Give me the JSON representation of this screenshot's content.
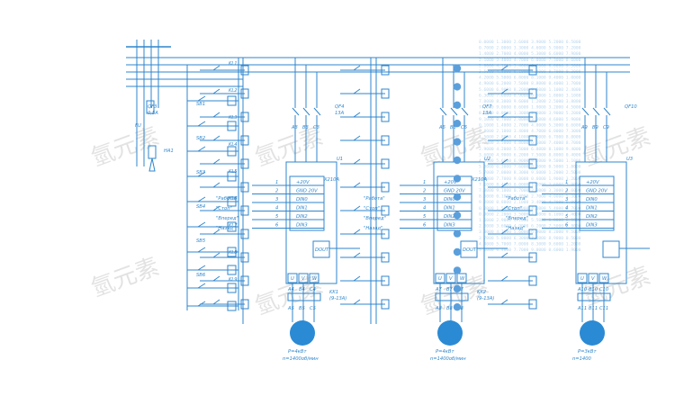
{
  "colors": {
    "line": "#2f86cc",
    "motor": "#2b8ad4",
    "dot": "#5a9fdc",
    "watermark": "#d7d7d7",
    "background": "#ffffff"
  },
  "watermark": "氫元素",
  "left_panel": {
    "breaker_label": "QF3",
    "breaker_current": "0,5A",
    "fuse_label": "FU",
    "switch_label": "HA1",
    "relay_labels": [
      "SB1",
      "SB2",
      "SB3",
      "SB4",
      "SB5",
      "SB6"
    ],
    "coil_labels": [
      "KL1",
      "KL2",
      "KL3",
      "KL4",
      "KL5",
      "KL6",
      "KL7",
      "KL8",
      "KL9"
    ]
  },
  "drives": [
    {
      "breaker_label": "QF4",
      "breaker_current": "13A",
      "contacts_top": [
        "A3",
        "B3",
        "C3"
      ],
      "vfd_label": "U1",
      "vfd_type": "X210A",
      "pin_numbers": [
        "1",
        "2",
        "3",
        "4",
        "5",
        "6"
      ],
      "terminals": [
        "+20V",
        "GND 20V",
        "DIN0",
        "DIN1",
        "DIN2",
        "DIN3"
      ],
      "out_label": "DOUT",
      "uvw": [
        "U",
        "V",
        "W"
      ],
      "contacts_bottom": [
        "A4",
        "B4",
        "C4"
      ],
      "contacts_motor": [
        "A5",
        "B5",
        "C5"
      ],
      "contactor": "KK1",
      "contactor_rating": "(9-13A)",
      "power": "P=4кВт",
      "speed": "n=1400об/мин",
      "commands": [
        "\"Работа\"",
        "\"Стоп\"",
        "\"Вперед\"",
        "\"Назад\""
      ],
      "show_dots": false
    },
    {
      "breaker_label": "QF7",
      "breaker_current": "13A",
      "contacts_top": [
        "A6",
        "B6",
        "C6"
      ],
      "vfd_label": "U2",
      "vfd_type": "X210A",
      "pin_numbers": [
        "1",
        "2",
        "3",
        "4",
        "5",
        "6"
      ],
      "terminals": [
        "+20V",
        "GND 20V",
        "DIN0",
        "DIN1",
        "DIN2",
        "DIN3"
      ],
      "out_label": "DOUT",
      "uvw": [
        "U",
        "V",
        "W"
      ],
      "contacts_bottom": [
        "A7",
        "B7",
        "C7"
      ],
      "contacts_motor": [
        "A8",
        "B8",
        "C8"
      ],
      "contactor": "KK2",
      "contactor_rating": "(9-13A)",
      "power": "P=4кВт",
      "speed": "n=1400об/мин",
      "commands": [
        "\"Работа\"",
        "\"Стоп\"",
        "\"Вперед\"",
        "\"Назад\""
      ],
      "show_dots": true
    },
    {
      "breaker_label": "QF10",
      "breaker_current": "",
      "contacts_top": [
        "A9",
        "B9",
        "C9"
      ],
      "vfd_label": "U3",
      "vfd_type": "",
      "pin_numbers": [
        "1",
        "2",
        "3",
        "4",
        "5",
        "6"
      ],
      "terminals": [
        "+20V",
        "GND 20V",
        "DIN0",
        "DIN1",
        "DIN2",
        "DIN3"
      ],
      "out_label": "",
      "uvw": [
        "U",
        "V",
        "W"
      ],
      "contacts_bottom": [
        "A10",
        "B10",
        "C10"
      ],
      "contacts_motor": [
        "A11",
        "B11",
        "C11"
      ],
      "contactor": "",
      "contactor_rating": "",
      "power": "P=3кВт",
      "speed": "n=1400",
      "commands": [
        "\"Работа\"",
        "\"Стоп\"",
        "\"Вперед\"",
        "\"Назад\""
      ],
      "show_dots": false
    }
  ]
}
